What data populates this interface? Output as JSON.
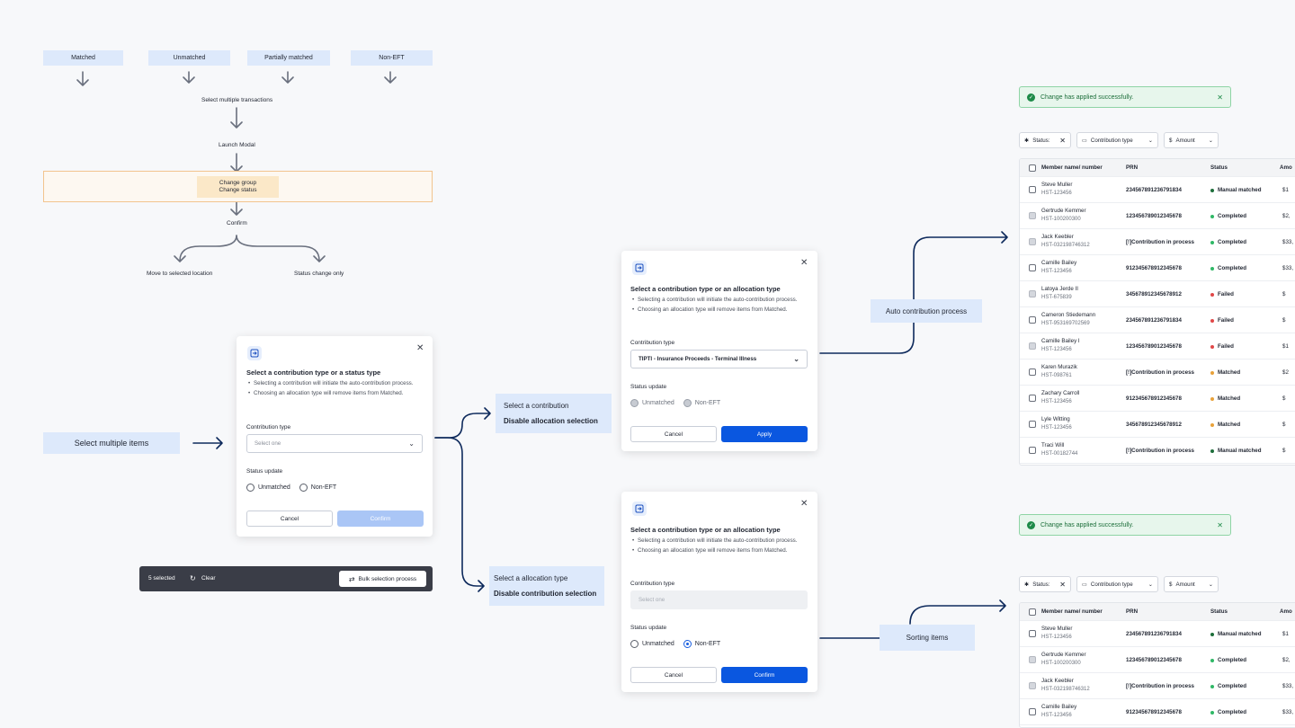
{
  "flow": {
    "top_tags": [
      "Matched",
      "Unmatched",
      "Partially matched",
      "Non-EFT"
    ],
    "step1": "Select multiple transactions",
    "step2": "Launch Modal",
    "step3_line1": "Change group",
    "step3_line2": "Change status",
    "step4": "Confirm",
    "branch_left": "Move to selected location",
    "branch_right": "Status change only"
  },
  "labels": {
    "select_multiple_items": "Select multiple items",
    "select_contribution": "Select a contribution",
    "disable_allocation": "Disable allocation selection",
    "select_allocation": "Select a allocation type",
    "disable_contribution": "Disable contribution selection",
    "auto_contribution": "Auto contribution process",
    "sorting_items": "Sorting items"
  },
  "modal_main": {
    "title": "Select a contribution type or a status type",
    "bullet1": "Selecting a contribution will initiate the auto-contribution process.",
    "bullet2": "Choosing an allocation type will remove items from Matched.",
    "contribution_label": "Contribution type",
    "select_placeholder": "Select one",
    "status_label": "Status update",
    "radio_unmatched": "Unmatched",
    "radio_noneft": "Non-EFT",
    "cancel": "Cancel",
    "confirm": "Confirm"
  },
  "modal_contribution": {
    "title": "Select a contribution type or an allocation type",
    "bullet1": "Selecting a contribution will initiate the auto-contribution process.",
    "bullet2": "Choosing an allocation type will remove items from Matched.",
    "contribution_label": "Contribution type",
    "select_value": "TIPTI - Insurance Proceeds - Terminal Illness",
    "status_label": "Status update",
    "radio_unmatched": "Unmatched",
    "radio_noneft": "Non-EFT",
    "cancel": "Cancel",
    "apply": "Apply"
  },
  "modal_allocation": {
    "title": "Select a contribution type or an allocation type",
    "bullet1": "Selecting a contribution will initiate the auto-contribution process.",
    "bullet2": "Choosing an allocation type will remove items from Matched.",
    "contribution_label": "Contribution type",
    "select_placeholder": "Select one",
    "status_label": "Status update",
    "radio_unmatched": "Unmatched",
    "radio_noneft": "Non-EFT",
    "cancel": "Cancel",
    "confirm": "Confirm"
  },
  "selection_bar": {
    "count": "5 selected",
    "clear": "Clear",
    "bulk": "Bulk selection process"
  },
  "toast": {
    "message": "Change has applied successfully."
  },
  "filters": {
    "status": "Status:",
    "contribution_type": "Contribution type",
    "amount": "Amount"
  },
  "table": {
    "headers": [
      "Member name/ number",
      "PRN",
      "Status",
      "Amo"
    ],
    "rows_top": [
      {
        "name": "Steve Muller",
        "number": "HST-123456",
        "prn": "2345678912367918 34",
        "status": "Manual matched",
        "amount": "$1"
      },
      {
        "name": "Gertrude Kemmer",
        "number": "HST-100200300",
        "prn": "1234567890123456 78",
        "status": "Completed",
        "amount": "$2,"
      },
      {
        "name": "Jack Keebler",
        "number": "HST-032198746312",
        "prn": "[!] Contribution in process",
        "status": "Completed",
        "amount": "$33,"
      },
      {
        "name": "Camille Bailey",
        "number": "HST-123456",
        "prn": "9123456789123456 78",
        "status": "Completed",
        "amount": "$33,"
      },
      {
        "name": "Latoya Jerde II",
        "number": "HST-675839",
        "prn": "3456789123456789 12",
        "status": "Failed",
        "amount": "$"
      },
      {
        "name": "Cameron Stiedemann",
        "number": "HST-953169702569",
        "prn": "2345678912367918 34",
        "status": "Failed",
        "amount": "$"
      },
      {
        "name": "Camille Bailey I",
        "number": "HST-123456",
        "prn": "1234567890123456 78",
        "status": "Failed",
        "amount": "$1"
      },
      {
        "name": "Karen Murazik",
        "number": "HST-098761",
        "prn": "[!] Contribution in process",
        "status": "Matched",
        "amount": "$2"
      },
      {
        "name": "Zachary Carroll",
        "number": "HST-123456",
        "prn": "9123456789123456 78",
        "status": "Matched",
        "amount": "$"
      },
      {
        "name": "Lyle Witting",
        "number": "HST-123456",
        "prn": "3456789123456789 12",
        "status": "Matched",
        "amount": "$"
      },
      {
        "name": "Traci Will",
        "number": "HST-00182744",
        "prn": "[!] Contribution in process",
        "status": "Manual matched",
        "amount": "$"
      }
    ],
    "rows_bottom": [
      {
        "name": "Steve Muller",
        "number": "HST-123456",
        "prn": "2345678912367918 34",
        "status": "Manual matched",
        "amount": "$1"
      },
      {
        "name": "Gertrude Kemmer",
        "number": "HST-100200300",
        "prn": "1234567890123456 78",
        "status": "Completed",
        "amount": "$2,"
      },
      {
        "name": "Jack Keebler",
        "number": "HST-032198746312",
        "prn": "[!] Contribution in process",
        "status": "Completed",
        "amount": "$33,"
      },
      {
        "name": "Camille Bailey",
        "number": "HST-123456",
        "prn": "9123456789123456 78",
        "status": "Completed",
        "amount": "$33,"
      }
    ]
  },
  "colors": {
    "accent": "#0a57e0",
    "arrow": "#0e2a5c",
    "status_manual": "#1d6e3a",
    "status_completed": "#2fb866",
    "status_failed": "#e04848",
    "status_matched": "#e8a23a"
  }
}
